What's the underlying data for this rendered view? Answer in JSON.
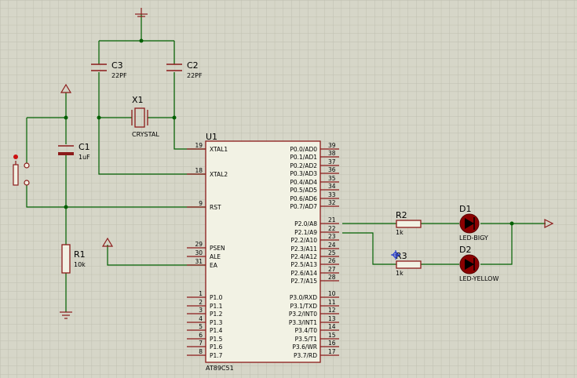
{
  "colors": {
    "background": "#d6d6c8",
    "grid": "#bfbfb0",
    "wire": "#006000",
    "component": "#8b1a1a",
    "ic_body": "#f2f2e4",
    "ic_border": "#8b1a1a",
    "led_fill": "#8b0000"
  },
  "components": {
    "c3": {
      "name": "C3",
      "value": "22PF"
    },
    "c2": {
      "name": "C2",
      "value": "22PF"
    },
    "x1": {
      "name": "X1",
      "value": "CRYSTAL"
    },
    "c1": {
      "name": "C1",
      "value": "1uF"
    },
    "r1": {
      "name": "R1",
      "value": "10k"
    },
    "r2": {
      "name": "R2",
      "value": "1k"
    },
    "r3": {
      "name": "R3",
      "value": "1k"
    },
    "d1": {
      "name": "D1",
      "value": "LED-BIGY"
    },
    "d2": {
      "name": "D2",
      "value": "LED-YELLOW"
    },
    "u1": {
      "name": "U1",
      "part": "AT89C51"
    }
  },
  "left_pins": [
    {
      "num": "19",
      "name": "XTAL1"
    },
    {
      "num": "18",
      "name": "XTAL2"
    },
    {
      "num": "9",
      "name": "RST"
    },
    {
      "num": "29",
      "name": "PSEN"
    },
    {
      "num": "30",
      "name": "ALE"
    },
    {
      "num": "31",
      "name": "EA"
    },
    {
      "num": "1",
      "name": "P1.0"
    },
    {
      "num": "2",
      "name": "P1.1"
    },
    {
      "num": "3",
      "name": "P1.2"
    },
    {
      "num": "4",
      "name": "P1.3"
    },
    {
      "num": "5",
      "name": "P1.4"
    },
    {
      "num": "6",
      "name": "P1.5"
    },
    {
      "num": "7",
      "name": "P1.6"
    },
    {
      "num": "8",
      "name": "P1.7"
    }
  ],
  "right_pins": [
    {
      "num": "39",
      "name": "P0.0/AD0"
    },
    {
      "num": "38",
      "name": "P0.1/AD1"
    },
    {
      "num": "37",
      "name": "P0.2/AD2"
    },
    {
      "num": "36",
      "name": "P0.3/AD3"
    },
    {
      "num": "35",
      "name": "P0.4/AD4"
    },
    {
      "num": "34",
      "name": "P0.5/AD5"
    },
    {
      "num": "33",
      "name": "P0.6/AD6"
    },
    {
      "num": "32",
      "name": "P0.7/AD7"
    },
    {
      "num": "21",
      "name": "P2.0/A8"
    },
    {
      "num": "22",
      "name": "P2.1/A9"
    },
    {
      "num": "23",
      "name": "P2.2/A10"
    },
    {
      "num": "24",
      "name": "P2.3/A11"
    },
    {
      "num": "25",
      "name": "P2.4/A12"
    },
    {
      "num": "26",
      "name": "P2.5/A13"
    },
    {
      "num": "27",
      "name": "P2.6/A14"
    },
    {
      "num": "28",
      "name": "P2.7/A15"
    },
    {
      "num": "10",
      "name": "P3.0/RXD"
    },
    {
      "num": "11",
      "name": "P3.1/TXD"
    },
    {
      "num": "12",
      "name": "P3.2/INT0"
    },
    {
      "num": "13",
      "name": "P3.3/INT1"
    },
    {
      "num": "14",
      "name": "P3.4/T0"
    },
    {
      "num": "15",
      "name": "P3.5/T1"
    },
    {
      "num": "16",
      "name": "P3.6/WR"
    },
    {
      "num": "17",
      "name": "P3.7/RD"
    }
  ]
}
